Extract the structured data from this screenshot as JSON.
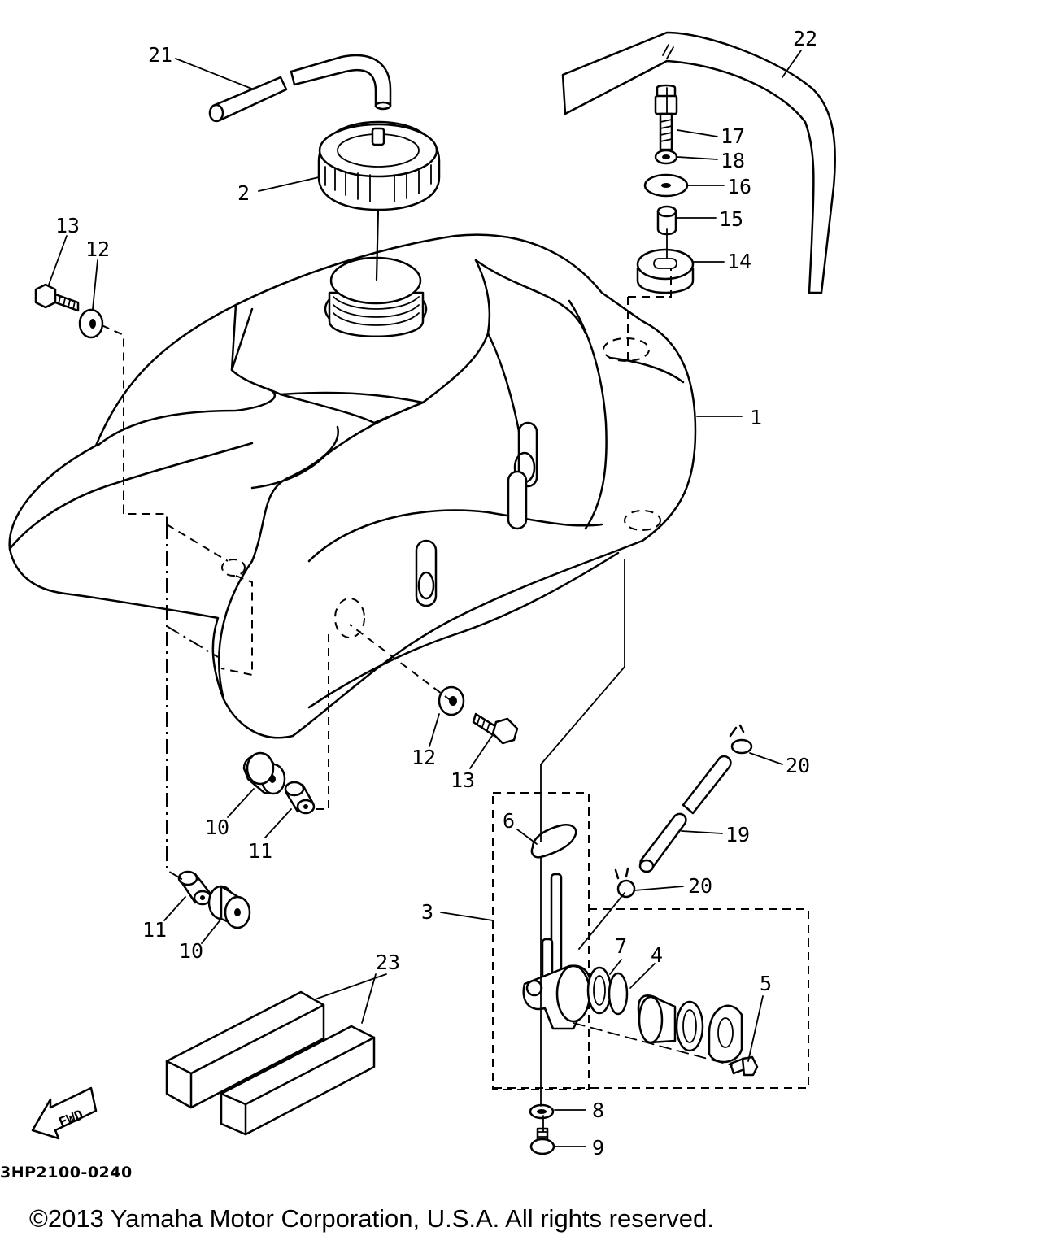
{
  "drawing_code": "3HP2100-0240",
  "copyright": "©2013 Yamaha Motor Corporation, U.S.A. All rights reserved.",
  "fwd_label": "FWD",
  "callouts": {
    "c1": "1",
    "c2": "2",
    "c3": "3",
    "c4": "4",
    "c5": "5",
    "c6": "6",
    "c7": "7",
    "c8": "8",
    "c9": "9",
    "c10a": "10",
    "c10b": "10",
    "c11a": "11",
    "c11b": "11",
    "c12a": "12",
    "c12b": "12",
    "c13a": "13",
    "c13b": "13",
    "c14": "14",
    "c15": "15",
    "c16": "16",
    "c17": "17",
    "c18": "18",
    "c19": "19",
    "c20a": "20",
    "c20b": "20",
    "c21": "21",
    "c22": "22",
    "c23": "23"
  }
}
